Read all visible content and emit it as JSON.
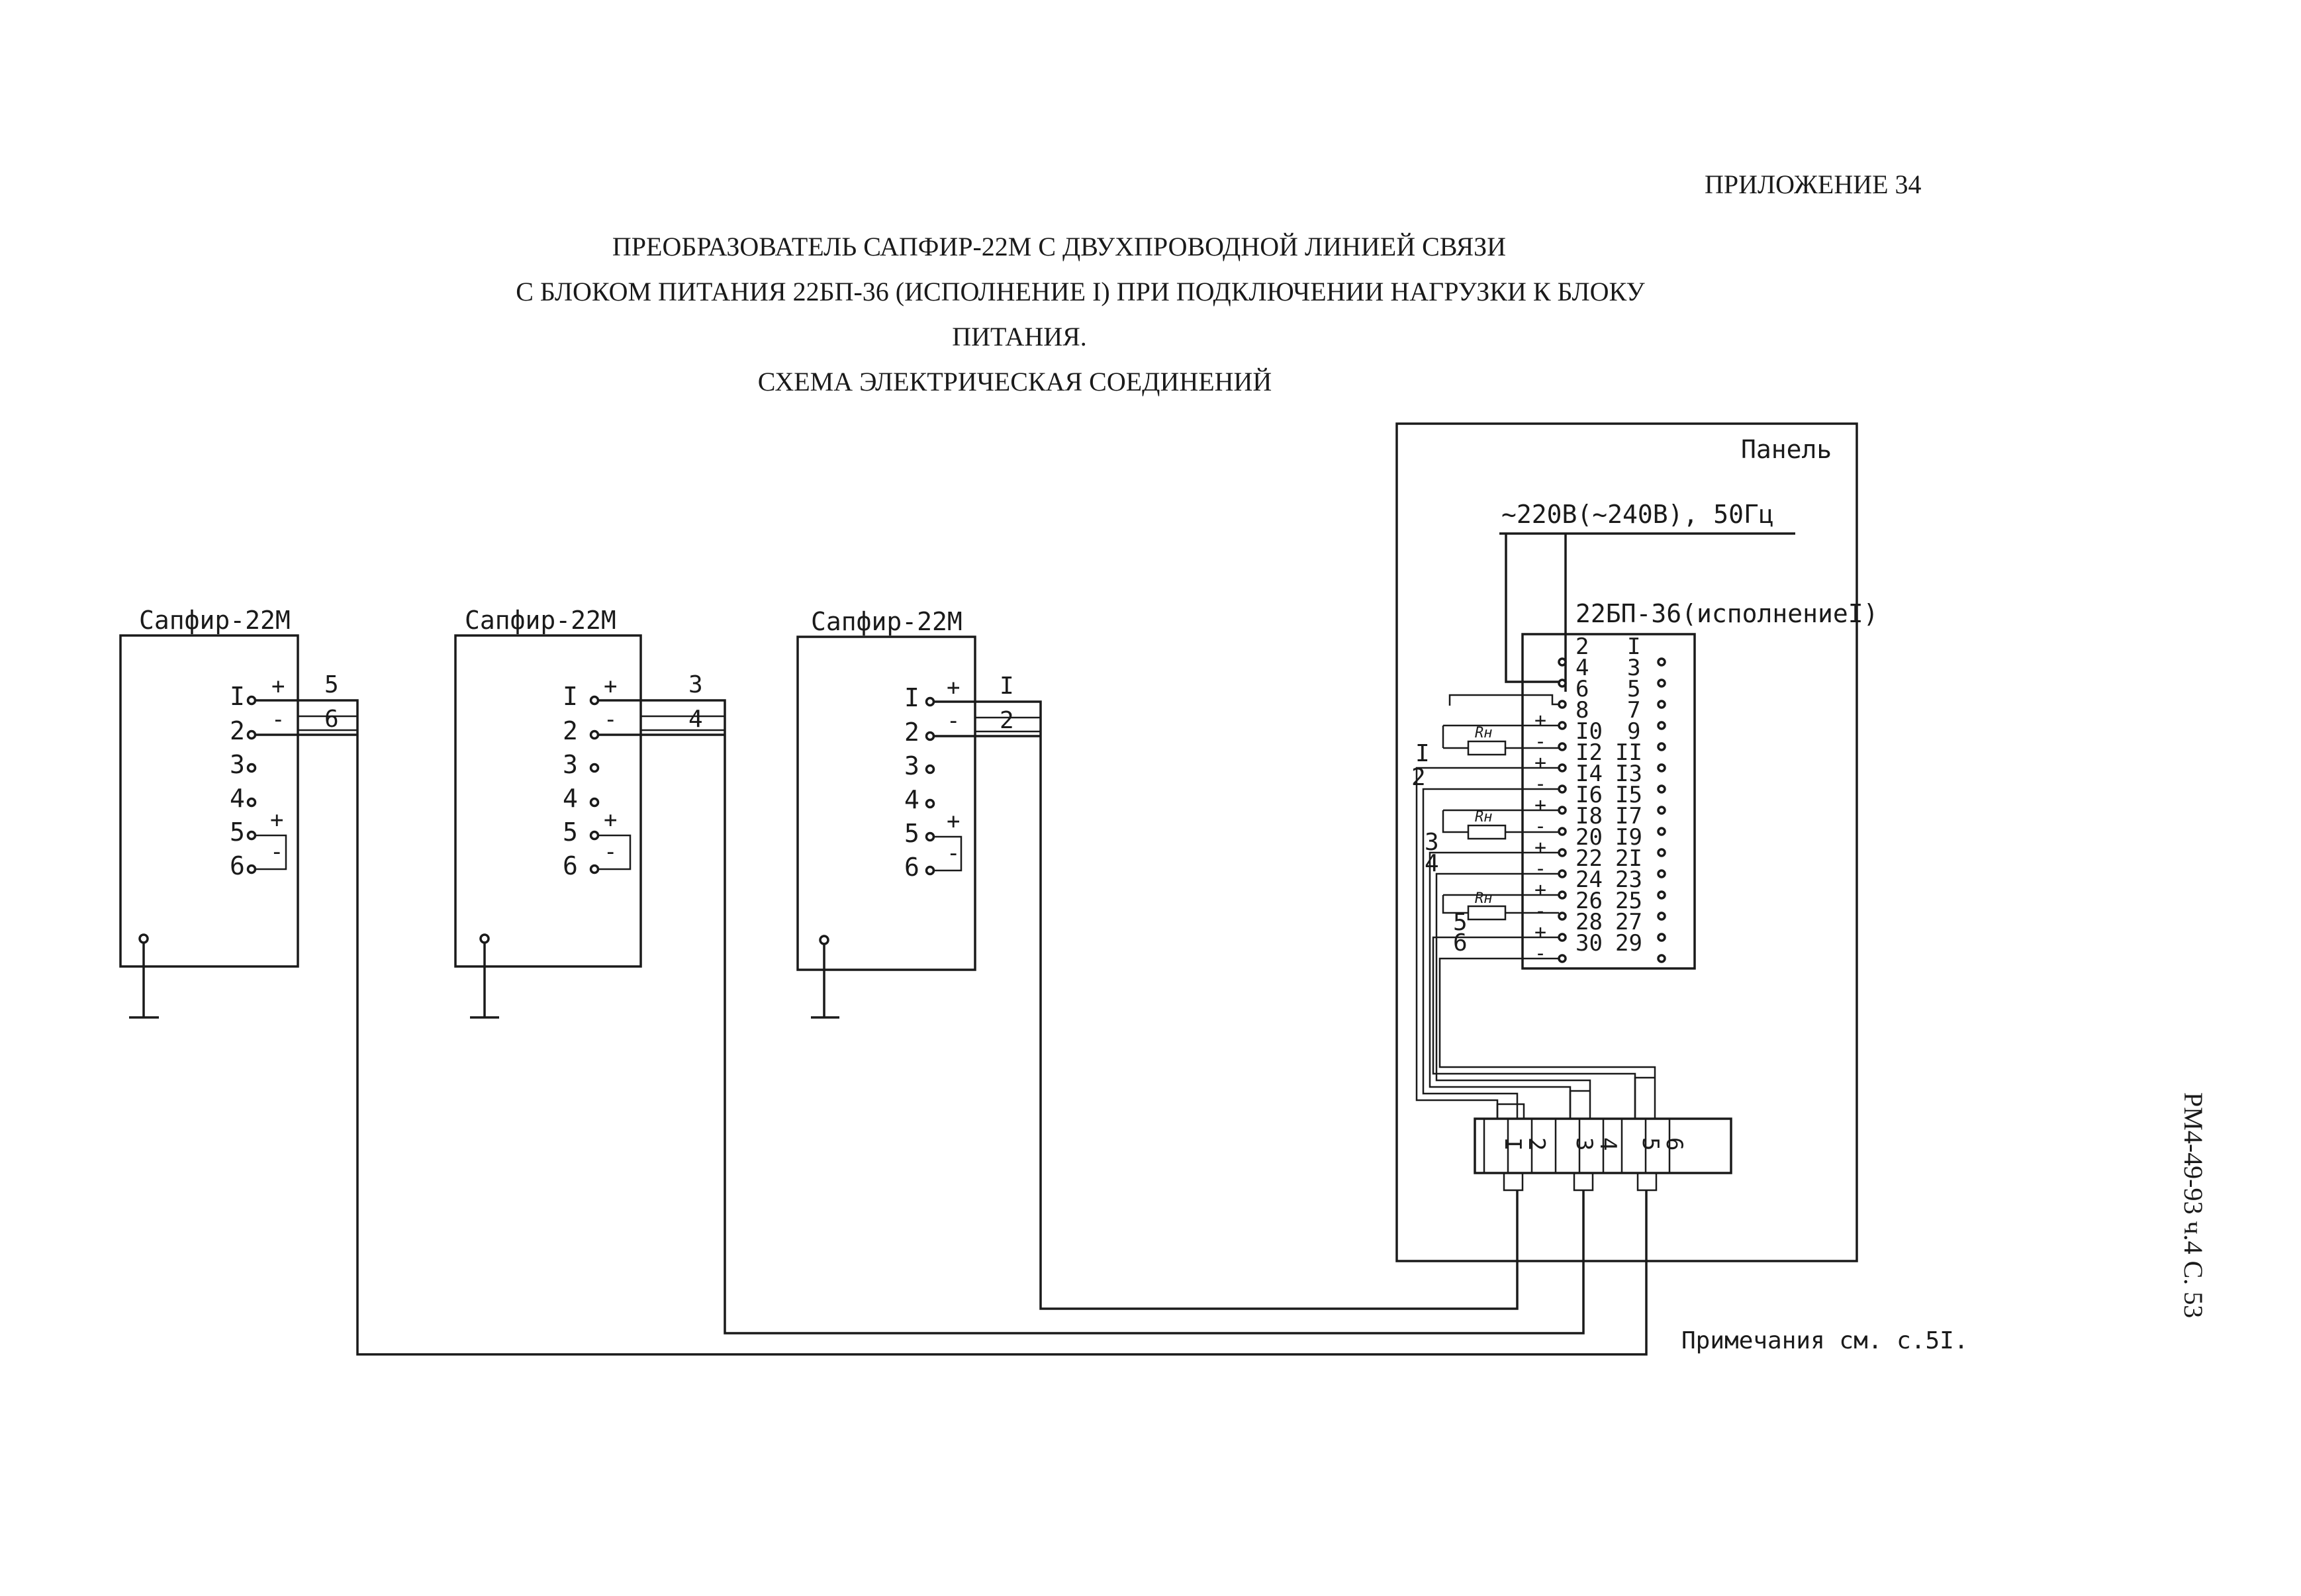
{
  "header": {
    "appendix": "ПРИЛОЖЕНИЕ 34",
    "title_lines": [
      "ПРЕОБРАЗОВАТЕЛЬ САПФИР-22М С ДВУХПРОВОДНОЙ ЛИНИЕЙ СВЯЗИ",
      "С БЛОКОМ ПИТАНИЯ 22БП-36 (ИСПОЛНЕНИЕ I) ПРИ ПОДКЛЮЧЕНИИ НАГРУЗКИ К БЛОКУ",
      "ПИТАНИЯ.",
      "СХЕМА ЭЛЕКТРИЧЕСКАЯ СОЕДИНЕНИЙ"
    ]
  },
  "transmitters": [
    {
      "name": "Сапфир-22М",
      "terminals": [
        "I",
        "2",
        "3",
        "4",
        "5",
        "6"
      ],
      "plus": "+",
      "minus": "-",
      "wires": [
        "5",
        "6"
      ]
    },
    {
      "name": "Сапфир-22М",
      "terminals": [
        "I",
        "2",
        "3",
        "4",
        "5",
        "6"
      ],
      "plus": "+",
      "minus": "-",
      "wires": [
        "3",
        "4"
      ]
    },
    {
      "name": "Сапфир-22М",
      "terminals": [
        "I",
        "2",
        "3",
        "4",
        "5",
        "6"
      ],
      "plus": "+",
      "minus": "-",
      "wires": [
        "I",
        "2"
      ]
    }
  ],
  "panel": {
    "label": "Панель",
    "supply": "~220В(~240В), 50Гц",
    "power_unit": "22БП-36(исполнениеI)",
    "left_terminals": [
      "2",
      "4",
      "6",
      "8",
      "I0",
      "I2",
      "I4",
      "I6",
      "I8",
      "20",
      "22",
      "24",
      "26",
      "28",
      "30"
    ],
    "right_terminals": [
      "I",
      "3",
      "5",
      "7",
      "9",
      "II",
      "I3",
      "I5",
      "I7",
      "I9",
      "2I",
      "23",
      "25",
      "27",
      "29"
    ],
    "polarity": [
      "+",
      "-",
      "+",
      "-",
      "+",
      "-",
      "+",
      "-",
      "+",
      "-",
      "+",
      "-"
    ],
    "load_label": "Rн",
    "wire_marks": [
      "I",
      "2",
      "3",
      "4",
      "5",
      "6"
    ],
    "terminal_block": [
      "I",
      "2",
      "3",
      "4",
      "5",
      "6"
    ]
  },
  "side_code": "РМ4-49-93 ч.4 С. 53",
  "note": "Примечания см. с.5I."
}
